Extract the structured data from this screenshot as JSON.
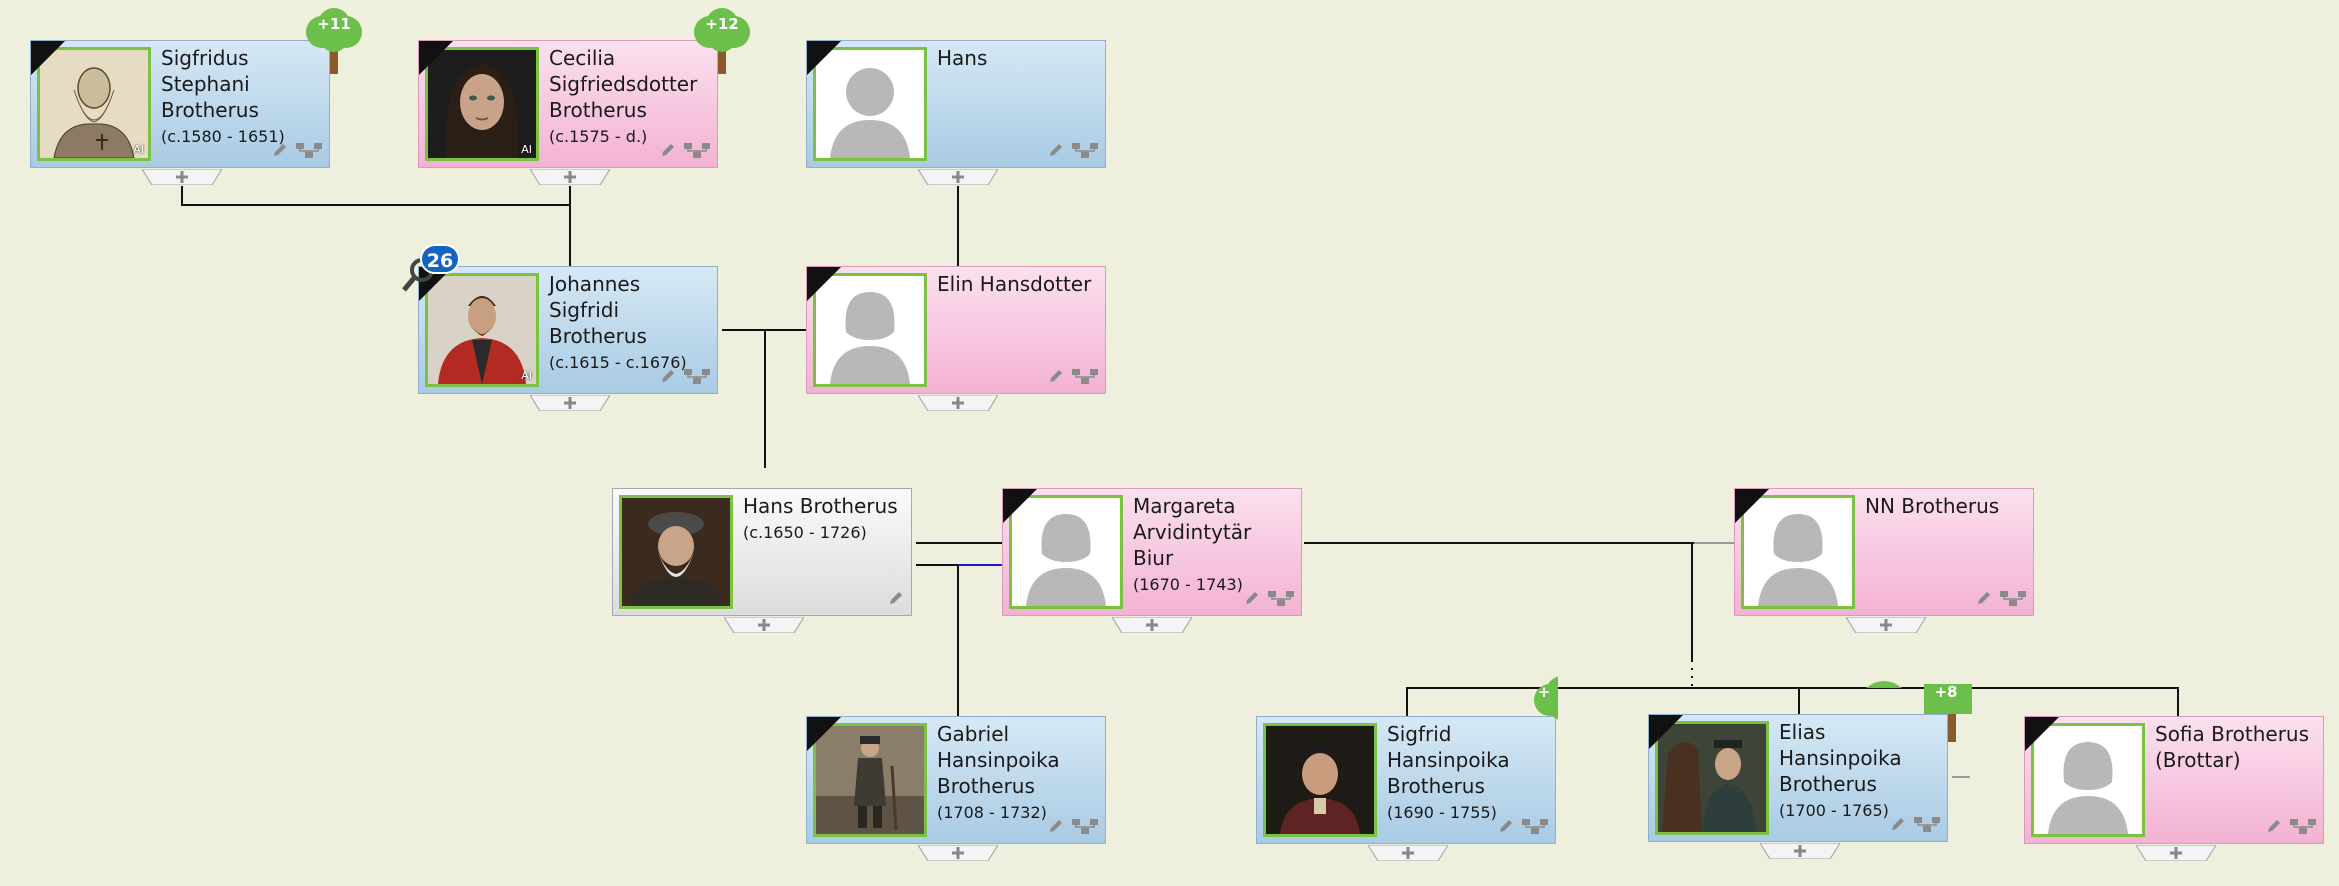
{
  "people": {
    "sigfridus": {
      "name": "Sigfridus Stephani Brotherus",
      "dates": "(c.1580 - 1651)",
      "ai": "AI",
      "relatives_badge": "+11"
    },
    "cecilia": {
      "name": "Cecilia Sigfriedsdotter Brotherus",
      "dates": "(c.1575 -  d.)",
      "ai": "AI",
      "relatives_badge": "+12"
    },
    "hans_top": {
      "name": "Hans",
      "dates": ""
    },
    "johannes": {
      "name": "Johannes Sigfridi Brotherus",
      "dates": "(c.1615 - c.1676)",
      "ai": "AI",
      "search_badge": "26"
    },
    "elin": {
      "name": "Elin Hansdotter",
      "dates": ""
    },
    "hans_brotherus": {
      "name": "Hans Brotherus",
      "dates": "(c.1650 - 1726)"
    },
    "margareta": {
      "name": "Margareta Arvidintytär Biur",
      "dates": "(1670 - 1743)"
    },
    "nn": {
      "name": "NN Brotherus",
      "dates": ""
    },
    "gabriel": {
      "name": "Gabriel Hansinpoika Brotherus",
      "dates": "(1708 - 1732)"
    },
    "sigfrid": {
      "name": "Sigfrid Hansinpoika Brotherus",
      "dates": "(1690 - 1755)",
      "relatives_badge": "+"
    },
    "elias": {
      "name": "Elias Hansinpoika Brotherus",
      "dates": "(1700 - 1765)",
      "relatives_badge": "+8"
    },
    "sofia": {
      "name": "Sofia Brotherus (Brottar)",
      "dates": ""
    }
  },
  "colors": {
    "male_card": "#a9cbe4",
    "female_card": "#f3b2d3",
    "photo_border": "#7cc242",
    "tree_badge": "#6cbf4a",
    "search_badge": "#1565c0",
    "connector": "#111111",
    "highlight_connector": "#1a1acc"
  },
  "icons": {
    "edit": "pencil-icon",
    "tree": "family-tree-icon",
    "expand": "plus-icon",
    "deceased": "black-ribbon-icon",
    "search": "magnifier-icon",
    "relatives": "tree-icon"
  }
}
